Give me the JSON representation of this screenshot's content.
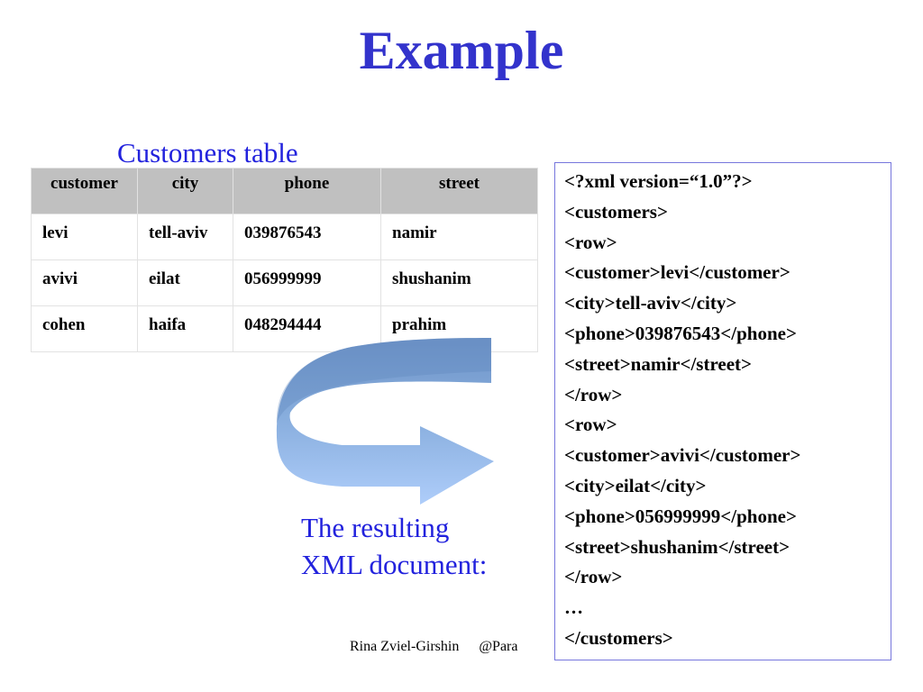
{
  "title": "Example",
  "table": {
    "caption": "Customers table",
    "headers": [
      "customer",
      "city",
      "phone",
      "street"
    ],
    "rows": [
      [
        "levi",
        "tell-aviv",
        "039876543",
        "namir"
      ],
      [
        "avivi",
        "eilat",
        "056999999",
        "shushanim"
      ],
      [
        "cohen",
        "haifa",
        "048294444",
        "prahim"
      ]
    ]
  },
  "result_caption": [
    "The resulting",
    "XML document:"
  ],
  "xml_lines": [
    "<?xml version=“1.0”?>",
    "<customers>",
    "<row>",
    "<customer>levi</customer>",
    "<city>tell-aviv</city>",
    "<phone>039876543</phone>",
    "<street>namir</street>",
    "</row>",
    "<row>",
    "<customer>avivi</customer>",
    "<city>eilat</city>",
    "<phone>056999999</phone>",
    "<street>shushanim</street>",
    "</row>",
    "…",
    "</customers>"
  ],
  "footer": {
    "author": "Rina Zviel-Girshin",
    "handle": "@Para"
  },
  "colors": {
    "title": "#3333cc",
    "caption": "#2222dd",
    "table_header_bg": "#c0c0c0",
    "xml_border": "#7777dd",
    "arrow_dark": "#6f94c8",
    "arrow_light": "#a9c8f8"
  },
  "icons": {
    "arrow": "curved-arrow-icon"
  }
}
